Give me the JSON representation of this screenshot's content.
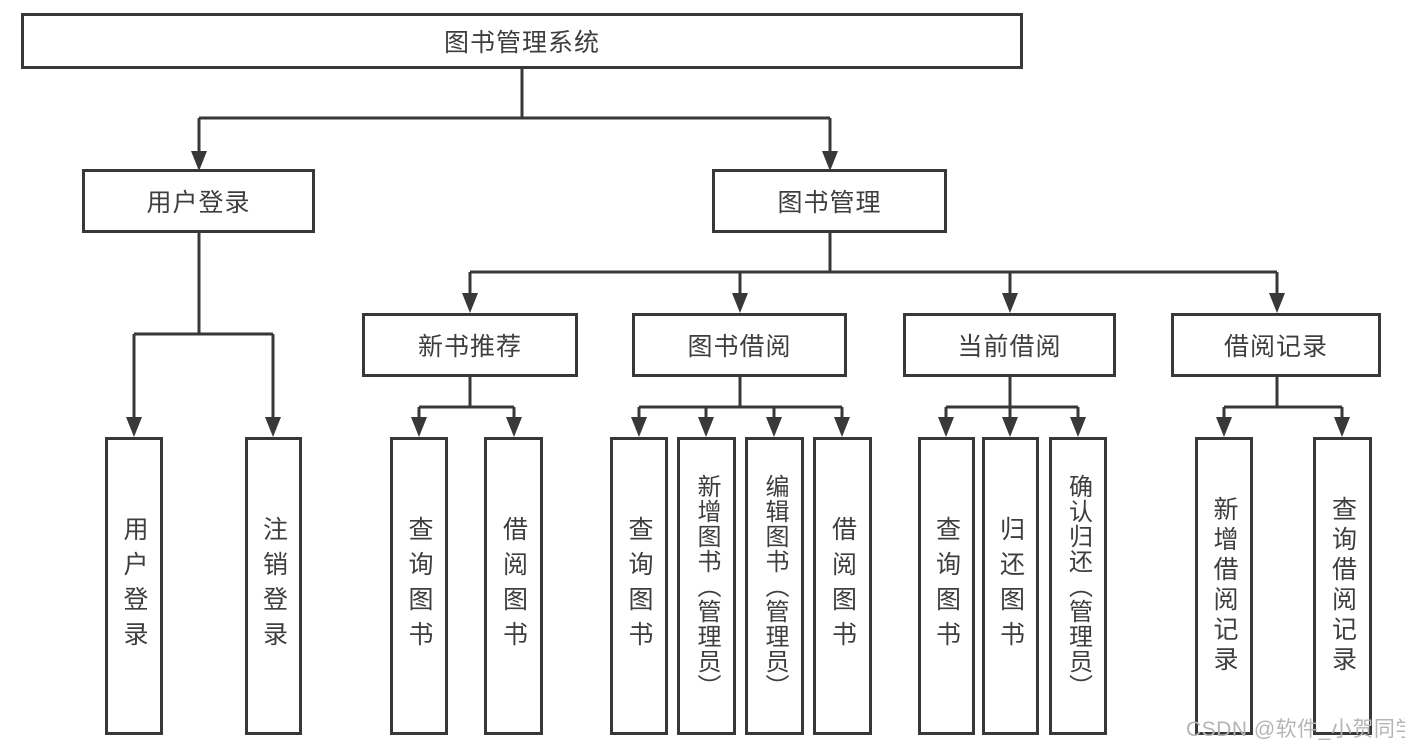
{
  "diagram_title": "图书管理系统",
  "colors": {
    "line": "#383838",
    "box_border": "#383838",
    "box_background": "#ffffff",
    "text": "#3e3e3e",
    "watermark": "#b5b5b5",
    "page_background": "#ffffff"
  },
  "watermark": {
    "text": "CSDN @软件_小贺同学"
  },
  "nodes": {
    "root": {
      "label": "图书管理系统"
    },
    "level2": [
      {
        "id": "user-login",
        "label": "用户登录",
        "parent": "图书管理系统"
      },
      {
        "id": "book-management",
        "label": "图书管理",
        "parent": "图书管理系统"
      }
    ],
    "level3": [
      {
        "id": "new-book-recommend",
        "label": "新书推荐",
        "parent": "图书管理"
      },
      {
        "id": "book-borrowing",
        "label": "图书借阅",
        "parent": "图书管理"
      },
      {
        "id": "current-borrowing",
        "label": "当前借阅",
        "parent": "图书管理"
      },
      {
        "id": "borrowing-records",
        "label": "借阅记录",
        "parent": "图书管理"
      }
    ],
    "leaves": [
      {
        "id": "leaf-user-login",
        "label": "用户登录",
        "parent": "用户登录"
      },
      {
        "id": "leaf-logout",
        "label": "注销登录",
        "parent": "用户登录"
      },
      {
        "id": "leaf-query-books-recommend",
        "label": "查询图书",
        "parent": "新书推荐"
      },
      {
        "id": "leaf-borrow-books-recommend",
        "label": "借阅图书",
        "parent": "新书推荐"
      },
      {
        "id": "leaf-query-books-borrowing",
        "label": "查询图书",
        "parent": "图书借阅"
      },
      {
        "id": "leaf-add-book-admin",
        "label": "新增图书（管理员）",
        "parent": "图书借阅"
      },
      {
        "id": "leaf-edit-book-admin",
        "label": "编辑图书（管理员）",
        "parent": "图书借阅"
      },
      {
        "id": "leaf-borrow-books-borrowing",
        "label": "借阅图书",
        "parent": "图书借阅"
      },
      {
        "id": "leaf-query-books-current",
        "label": "查询图书",
        "parent": "当前借阅"
      },
      {
        "id": "leaf-return-book",
        "label": "归还图书",
        "parent": "当前借阅"
      },
      {
        "id": "leaf-confirm-return-admin",
        "label": "确认归还（管理员）",
        "parent": "当前借阅"
      },
      {
        "id": "leaf-add-borrow-record",
        "label": "新增借阅记录",
        "parent": "借阅记录"
      },
      {
        "id": "leaf-query-borrow-record",
        "label": "查询借阅记录",
        "parent": "借阅记录"
      }
    ]
  }
}
